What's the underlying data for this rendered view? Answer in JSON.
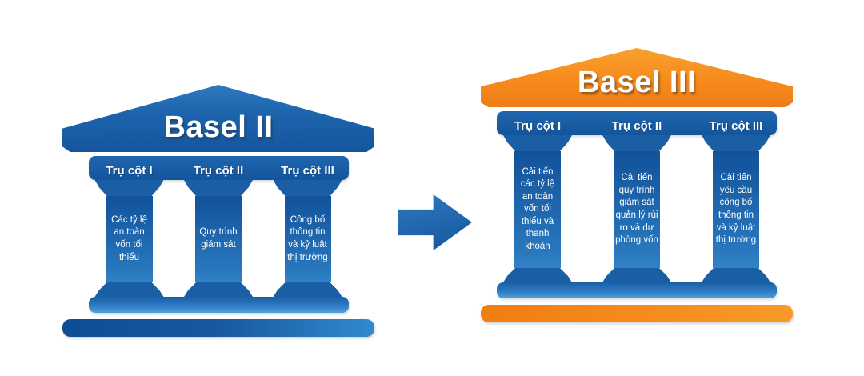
{
  "left_temple": {
    "title": "Basel II",
    "accent_color": "#1B60A8",
    "pillars": [
      {
        "label": "Trụ cột I",
        "text": "Các tỷ lệ an toàn vốn tối thiểu"
      },
      {
        "label": "Trụ cột II",
        "text": "Quy trình giám sát"
      },
      {
        "label": "Trụ cột III",
        "text": "Công bố thông tin và kỷ luật thị trường"
      }
    ]
  },
  "right_temple": {
    "title": "Basel III",
    "accent_color": "#F68C1E",
    "pillars": [
      {
        "label": "Trụ cột I",
        "text": "Cải tiến các tỷ lệ an toàn vốn tối thiểu và thanh khoản"
      },
      {
        "label": "Trụ cột II",
        "text": "Cải tiến quy trình giám sát quản lý rủi ro và dự phòng vốn"
      },
      {
        "label": "Trụ cột III",
        "text": "Cải tiến yêu cầu công bố thông tin và kỷ luật thị trường"
      }
    ]
  },
  "arrow": {
    "icon": "right-arrow",
    "color": "#1B60A8"
  }
}
